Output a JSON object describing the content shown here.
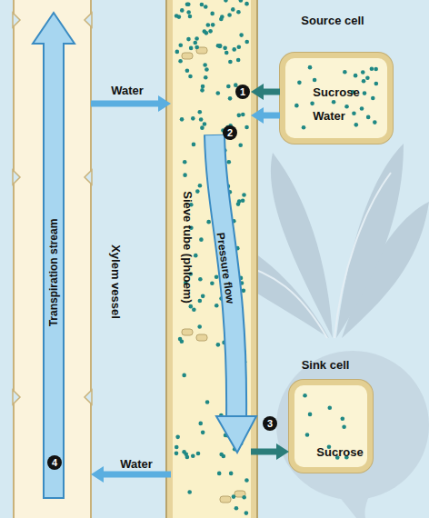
{
  "diagram": {
    "nodes": [
      {
        "text": [
          "Xylem vessel",
          "Transpiration stream"
        ]
      },
      {
        "text": [
          "Sieve tube (phloem)",
          "Pressure flow"
        ]
      },
      {
        "text": [
          "Source cell"
        ]
      },
      {
        "text": [
          "Sink cell"
        ]
      }
    ],
    "edges": [
      {
        "from": 0,
        "to": 1,
        "label": "Water",
        "arrow": "to"
      },
      {
        "from": 2,
        "to": 1,
        "label": "Sucrose",
        "arrow": "to"
      },
      {
        "from": 2,
        "to": 1,
        "label": "Water",
        "arrow": "to"
      },
      {
        "from": 1,
        "to": 3,
        "label": "Sucrose",
        "arrow": "to"
      },
      {
        "from": 1,
        "to": 0,
        "label": "Water",
        "arrow": "to"
      }
    ],
    "labels": [
      "1",
      "2",
      "3",
      "4"
    ]
  }
}
